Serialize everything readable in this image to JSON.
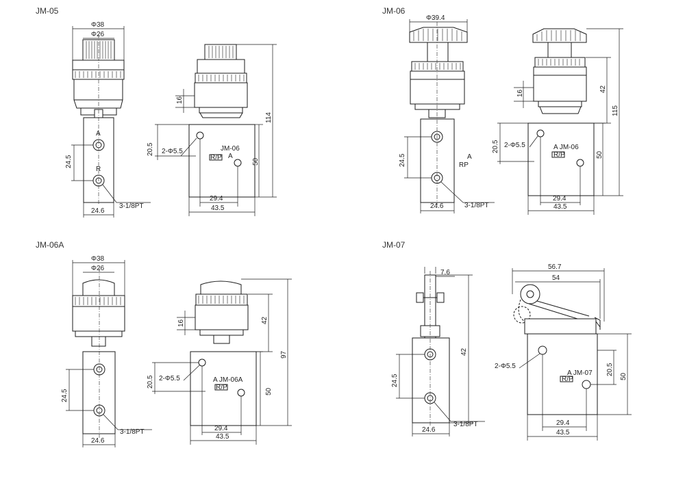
{
  "diagrams": [
    {
      "title": "JM-05",
      "dims": {
        "phi_outer": "Φ38",
        "phi_inner": "Φ26",
        "hole_pitch": "24.5",
        "width": "24.6",
        "port": "3-1/8PT",
        "button_h": "16",
        "hole_off": "20.5",
        "holes": "2-Φ5.5",
        "height_total": "114",
        "body_h": "50",
        "hole_span": "29.4",
        "body_w": "43.5"
      },
      "labels": {
        "port_a": "A",
        "port_r": "R",
        "model": "JM-06",
        "side_a": "A",
        "symbol": "R/P"
      }
    },
    {
      "title": "JM-06",
      "dims": {
        "phi_outer": "Φ39.4",
        "hole_pitch": "24.5",
        "width": "24.6",
        "port": "3-1/8PT",
        "button_h": "16",
        "cap_h": "42",
        "height_total": "115",
        "hole_off": "20.5",
        "holes": "2-Φ5.5",
        "body_h": "50",
        "hole_span": "29.4",
        "body_w": "43.5"
      },
      "labels": {
        "port_a": "A",
        "port_rp": "RP",
        "model": "A JM-06",
        "symbol": "R/P"
      }
    },
    {
      "title": "JM-06A",
      "dims": {
        "phi_outer": "Φ38",
        "phi_inner": "Φ26",
        "hole_pitch": "24.5",
        "width": "24.6",
        "port": "3-1/8PT",
        "button_h": "16",
        "cap_h": "42",
        "height_total": "97",
        "hole_off": "20.5",
        "holes": "2-Φ5.5",
        "body_h": "50",
        "hole_span": "29.4",
        "body_w": "43.5"
      },
      "labels": {
        "model": "A JM-06A",
        "symbol": "R/P"
      }
    },
    {
      "title": "JM-07",
      "dims": {
        "lever_w": "7.6",
        "height": "42",
        "hole_pitch": "24.5",
        "width": "24.6",
        "port": "3-1/8PT",
        "width_total": "56.7",
        "lever_span": "54",
        "holes": "2-Φ5.5",
        "hole_off": "20.5",
        "body_h": "50",
        "hole_span": "29.4",
        "body_w": "43.5"
      },
      "labels": {
        "model": "A JM-07",
        "symbol": "R/P"
      }
    }
  ]
}
